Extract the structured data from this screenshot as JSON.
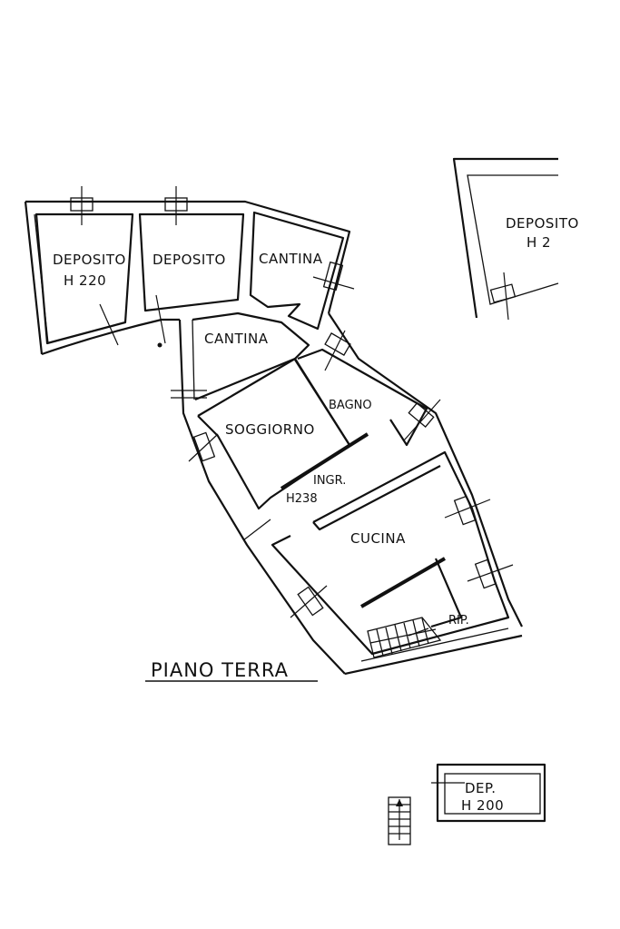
{
  "plan": {
    "title": "PIANO TERRA",
    "rooms": {
      "deposito_1": {
        "name": "DEPOSITO",
        "height": "H 220"
      },
      "deposito_2": {
        "name": "DEPOSITO"
      },
      "cantina_1": {
        "name": "CANTINA"
      },
      "cantina_2": {
        "name": "CANTINA"
      },
      "bagno": {
        "name": "BAGNO"
      },
      "soggiorno": {
        "name": "SOGGIORNO"
      },
      "ingresso": {
        "name": "INGR.",
        "height": "H238"
      },
      "cucina": {
        "name": "CUCINA"
      },
      "ripostiglio": {
        "name": "RIP."
      },
      "deposito_side": {
        "name": "DEPOSITO",
        "height": "H 2"
      },
      "dep_small": {
        "name": "DEP.",
        "height": "H 200"
      }
    }
  }
}
